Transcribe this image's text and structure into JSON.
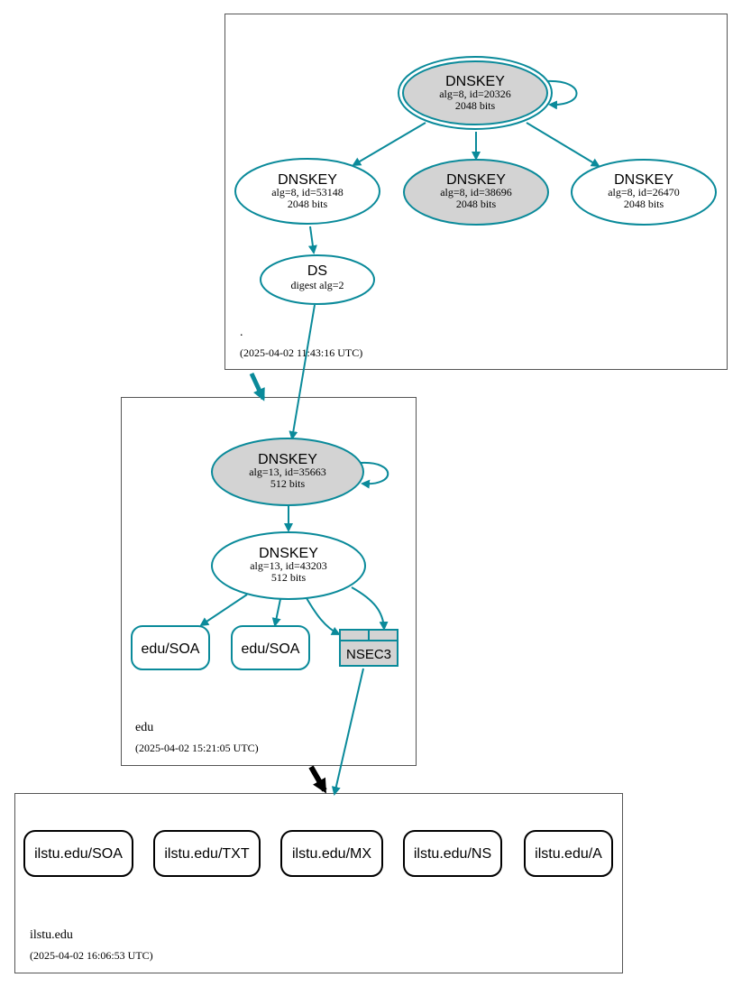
{
  "zones": {
    "root": {
      "name": ".",
      "timestamp": "(2025-04-02 11:43:16 UTC)",
      "ksk": {
        "title": "DNSKEY",
        "line1": "alg=8, id=20326",
        "line2": "2048 bits"
      },
      "zsk1": {
        "title": "DNSKEY",
        "line1": "alg=8, id=53148",
        "line2": "2048 bits"
      },
      "zsk2": {
        "title": "DNSKEY",
        "line1": "alg=8, id=38696",
        "line2": "2048 bits"
      },
      "zsk3": {
        "title": "DNSKEY",
        "line1": "alg=8, id=26470",
        "line2": "2048 bits"
      },
      "ds": {
        "title": "DS",
        "line1": "digest alg=2"
      }
    },
    "edu": {
      "name": "edu",
      "timestamp": "(2025-04-02 15:21:05 UTC)",
      "ksk": {
        "title": "DNSKEY",
        "line1": "alg=13, id=35663",
        "line2": "512 bits"
      },
      "zsk": {
        "title": "DNSKEY",
        "line1": "alg=13, id=43203",
        "line2": "512 bits"
      },
      "rrsets": [
        "edu/SOA",
        "edu/SOA"
      ],
      "nsec3": "NSEC3"
    },
    "ilstu": {
      "name": "ilstu.edu",
      "timestamp": "(2025-04-02 16:06:53 UTC)",
      "rrsets": [
        "ilstu.edu/SOA",
        "ilstu.edu/TXT",
        "ilstu.edu/MX",
        "ilstu.edu/NS",
        "ilstu.edu/A"
      ]
    }
  },
  "colors": {
    "edge": "#0a8a9a",
    "signed_fill": "#d3d3d3",
    "insecure_delegation": "#000000"
  }
}
